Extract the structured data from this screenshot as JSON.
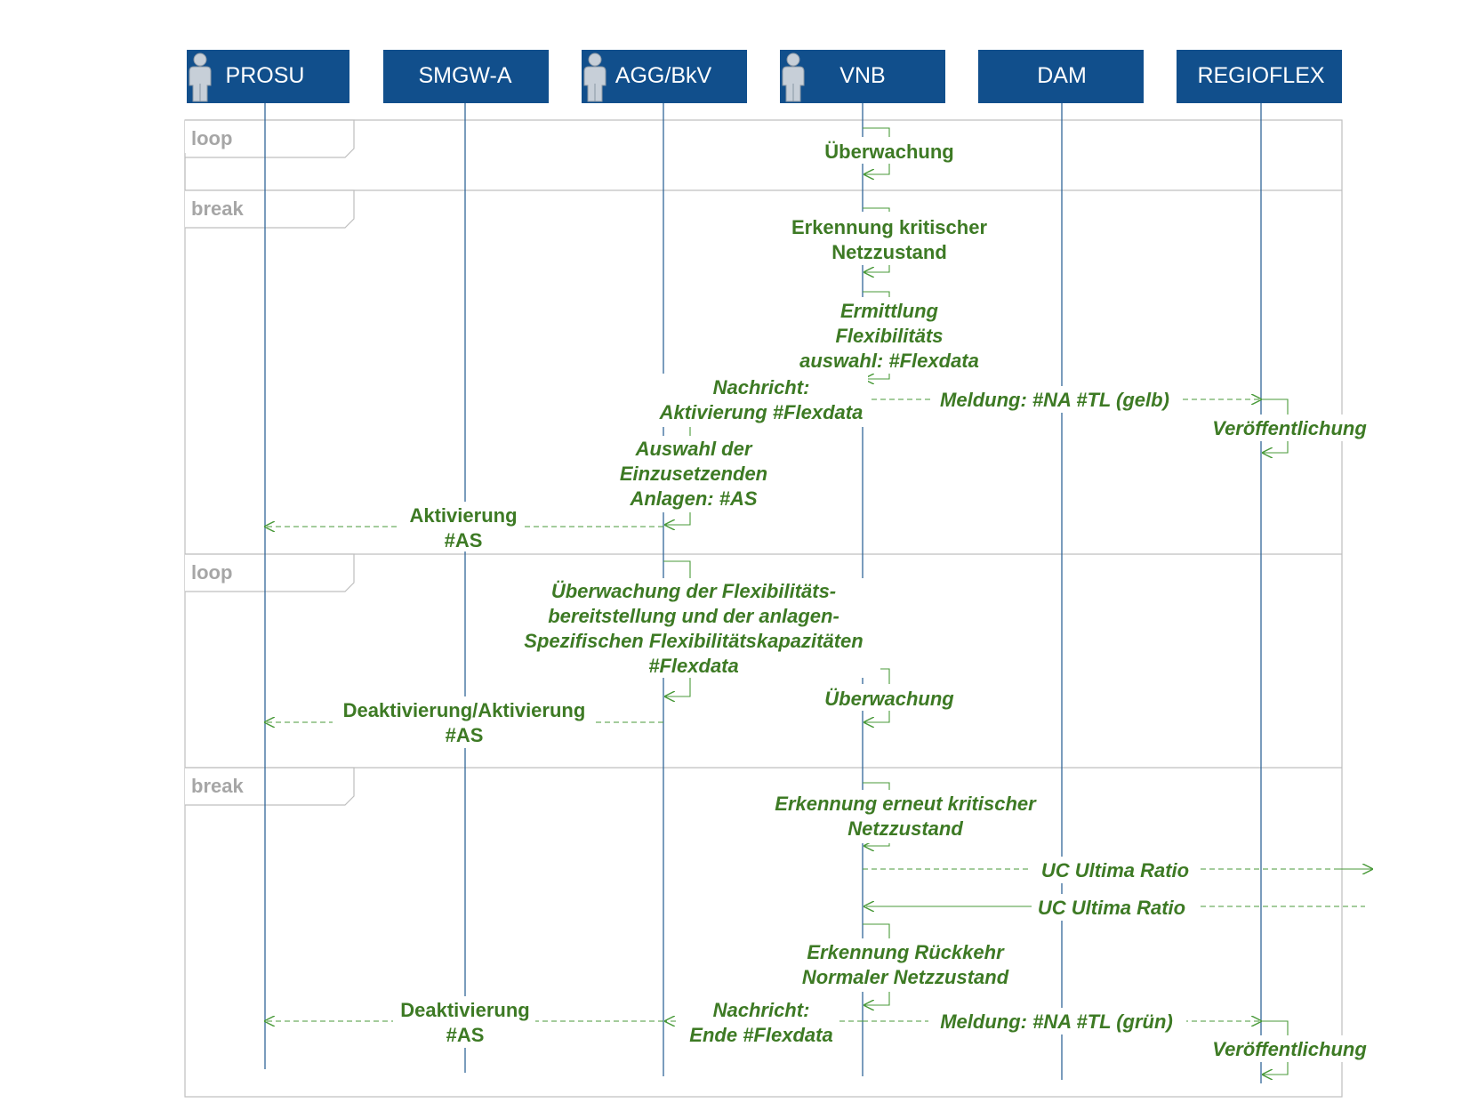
{
  "colors": {
    "actor_fill": "#114f8c",
    "lifeline": "#336699",
    "message": "#4a9a3a",
    "message_text": "#3d7a24",
    "frame": "#bfbfbf",
    "frame_label": "#a6a6a6"
  },
  "actors": [
    {
      "label": "PROSU",
      "icon": "person-icon"
    },
    {
      "label": "SMGW-A",
      "icon": null
    },
    {
      "label": "AGG/BkV",
      "icon": "person-icon"
    },
    {
      "label": "VNB",
      "icon": "person-icon"
    },
    {
      "label": "DAM",
      "icon": null
    },
    {
      "label": "REGIOFLEX",
      "icon": null
    }
  ],
  "fragments": [
    {
      "label": "loop"
    },
    {
      "label": "break"
    },
    {
      "label": "loop"
    },
    {
      "label": "break"
    }
  ],
  "messages": [
    {
      "lines": [
        "Überwachung"
      ]
    },
    {
      "lines": [
        "Erkennung kritischer",
        "Netzzustand"
      ]
    },
    {
      "lines": [
        "Ermittlung",
        "Flexibilitäts",
        "auswahl: #Flexdata"
      ]
    },
    {
      "lines": [
        "Nachricht:",
        "Aktivierung #Flexdata"
      ]
    },
    {
      "lines": [
        "Meldung: #NA #TL (gelb)"
      ]
    },
    {
      "lines": [
        "Veröffentlichung"
      ]
    },
    {
      "lines": [
        "Auswahl der",
        "Einzusetzenden",
        "Anlagen: #AS"
      ]
    },
    {
      "lines": [
        "Aktivierung",
        "#AS"
      ]
    },
    {
      "lines": [
        "Überwachung der Flexibilitäts-",
        "bereitstellung und der anlagen-",
        "Spezifischen Flexibilitätskapazitäten",
        "#Flexdata"
      ]
    },
    {
      "lines": [
        "Überwachung"
      ]
    },
    {
      "lines": [
        "Deaktivierung/Aktivierung",
        "#AS"
      ]
    },
    {
      "lines": [
        "Erkennung erneut kritischer",
        "Netzzustand"
      ]
    },
    {
      "lines": [
        "UC Ultima Ratio"
      ]
    },
    {
      "lines": [
        "UC Ultima Ratio"
      ]
    },
    {
      "lines": [
        "Erkennung Rückkehr",
        "Normaler Netzzustand"
      ]
    },
    {
      "lines": [
        "Deaktivierung",
        "#AS"
      ]
    },
    {
      "lines": [
        "Nachricht:",
        "Ende #Flexdata"
      ]
    },
    {
      "lines": [
        "Meldung: #NA #TL (grün)"
      ]
    },
    {
      "lines": [
        "Veröffentlichung"
      ]
    }
  ]
}
